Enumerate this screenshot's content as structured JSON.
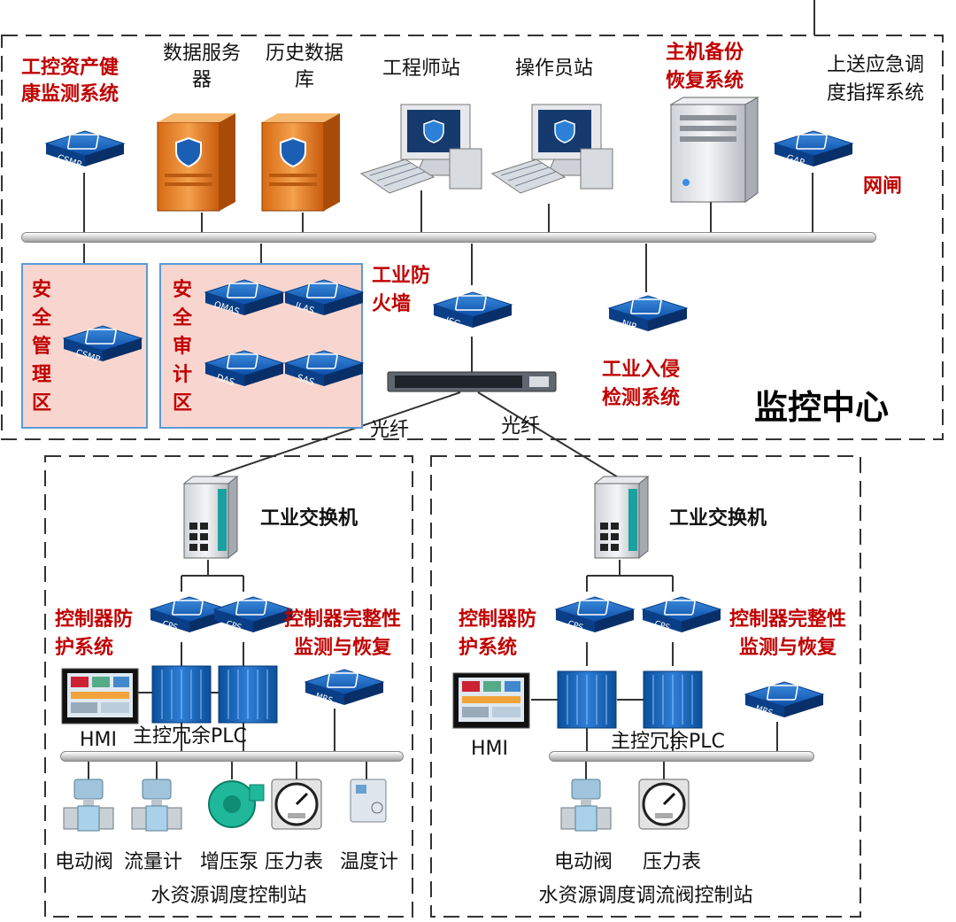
{
  "monitor_center": {
    "title": "监控中心",
    "csmp_system": "工控资产健\n康监测系统",
    "data_server": "数据服务\n器",
    "history_db": "历史数据\n库",
    "engineer_station": "工程师站",
    "operator_station": "操作员站",
    "host_backup": "主机备份\n恢复系统",
    "upload_dispatch": "上送应急调\n度指挥系统",
    "gatekeeper": "网闸",
    "security_mgmt_zone": "安\n全\n管\n理\n区",
    "security_audit_zone": "安\n全\n审\n计\n区",
    "firewall": "工业防\n火墙",
    "ids": "工业入侵\n检测系统"
  },
  "device_tags": {
    "csmp": "CSMP",
    "omas": "OMAS",
    "ilas": "ILAS",
    "das": "DAS",
    "sas": "SAS",
    "isg": "ISG",
    "nip": "NIP",
    "gap": "GAP",
    "cps": "CPS",
    "mrs": "MRS"
  },
  "links": {
    "fiber_left": "光纤",
    "fiber_right": "光纤"
  },
  "station_left": {
    "switch": "工业交换机",
    "controller_protect": "控制器防\n护系统",
    "controller_integrity": "控制器完整性\n监测与恢复",
    "hmi": "HMI",
    "plc": "主控冗余PLC",
    "devices": [
      "电动阀",
      "流量计",
      "增压泵",
      "压力表",
      "温度计"
    ],
    "name": "水资源调度控制站"
  },
  "station_right": {
    "switch": "工业交换机",
    "controller_protect": "控制器防\n护系统",
    "controller_integrity": "控制器完整性\n监测与恢复",
    "hmi": "HMI",
    "plc": "主控冗余PLC",
    "devices": [
      "电动阀",
      "压力表"
    ],
    "name": "水资源调度调流阀控制站"
  }
}
